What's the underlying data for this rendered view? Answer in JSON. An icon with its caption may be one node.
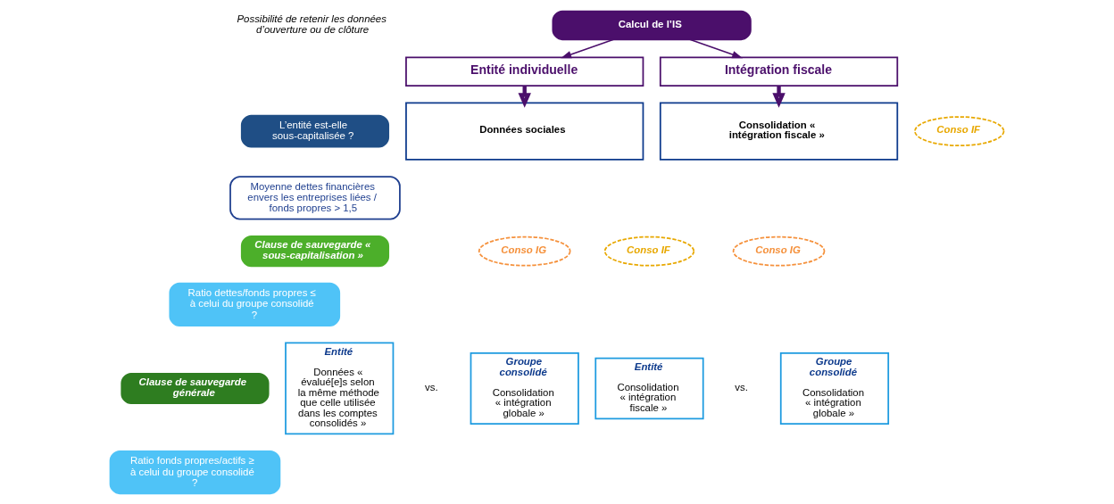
{
  "diagram": {
    "nodes": [
      {
        "text": [
          "Calcul de l’IS"
        ]
      },
      {
        "text": [
          "Entité individuelle"
        ]
      },
      {
        "text": [
          "Intégration fiscale"
        ]
      },
      {
        "text": [
          "Données sociales"
        ]
      },
      {
        "text": [
          "Consolidation « intégration fiscale »"
        ]
      },
      {
        "text": [
          "Conso IF"
        ]
      },
      {
        "text": [
          "Entité",
          "Données « évalué[e]s selon la même méthode que celle utilisée dans les comptes consolidés »"
        ]
      },
      {
        "text": [
          "Conso IG"
        ]
      },
      {
        "text": [
          "Groupe consolidé",
          "Consolidation « intégration globale »"
        ]
      },
      {
        "text": [
          "Conso IF"
        ]
      },
      {
        "text": [
          "Entité",
          "Consolidation « intégration fiscale »"
        ]
      },
      {
        "text": [
          "Conso IG"
        ]
      },
      {
        "text": [
          "Groupe consolidé",
          "Consolidation « intégration globale »"
        ]
      },
      {
        "text": [
          "L’entité est-elle sous-capitalisée ?"
        ]
      },
      {
        "text": [
          "Moyenne dettes financières envers les entreprises liées / fonds propres > 1,5"
        ]
      },
      {
        "text": [
          "Clause de sauvegarde « sous-capitalisation »"
        ]
      },
      {
        "text": [
          "Ratio dettes/fonds propres ≤ à celui du groupe consolidé ?"
        ]
      },
      {
        "text": [
          "Clause de sauvegarde générale"
        ]
      },
      {
        "text": [
          "Ratio fonds propres/actifs ≥ à celui du groupe consolidé ?"
        ]
      }
    ],
    "edges": [
      {
        "from": 0,
        "to": 1,
        "arrow": "to"
      },
      {
        "from": 0,
        "to": 2,
        "arrow": "to"
      },
      {
        "from": 1,
        "to": 3,
        "arrow": "to",
        "style": "thick"
      },
      {
        "from": 2,
        "to": 4,
        "arrow": "to",
        "style": "thick"
      }
    ],
    "labels": [
      "Possibilité de retenir les données d’ouverture ou de clôture",
      "vs.",
      "vs."
    ]
  }
}
